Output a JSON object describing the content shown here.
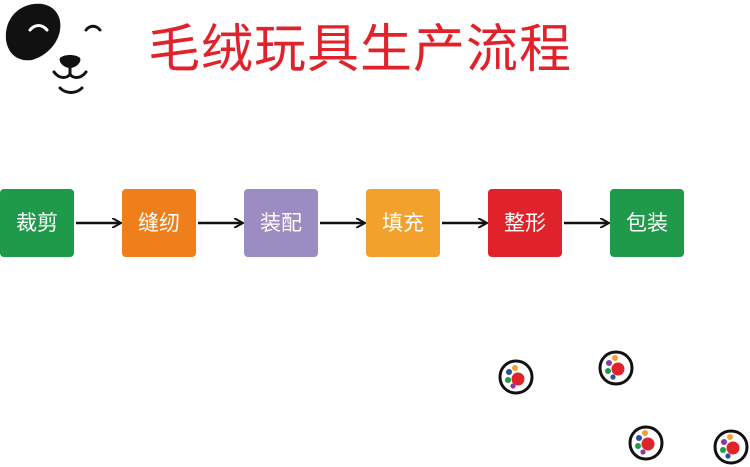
{
  "title": "毛绒玩具生产流程",
  "logo": {
    "icon": "dog-face-logo-icon"
  },
  "process": {
    "steps": [
      {
        "label": "裁剪",
        "color": "#1e9a4a"
      },
      {
        "label": "缝纫",
        "color": "#ef7f1a"
      },
      {
        "label": "装配",
        "color": "#9b8dc1"
      },
      {
        "label": "填充",
        "color": "#f2a12c"
      },
      {
        "label": "整形",
        "color": "#e0232a"
      },
      {
        "label": "包装",
        "color": "#1e9a4a"
      }
    ],
    "arrow_color": "#111111"
  },
  "decorations": {
    "paw_icon": "paw-print-icon",
    "paw_colors": [
      "#e0232a",
      "#1e9a4a",
      "#f2a12c",
      "#2b4fa0",
      "#8a3b9c"
    ]
  }
}
